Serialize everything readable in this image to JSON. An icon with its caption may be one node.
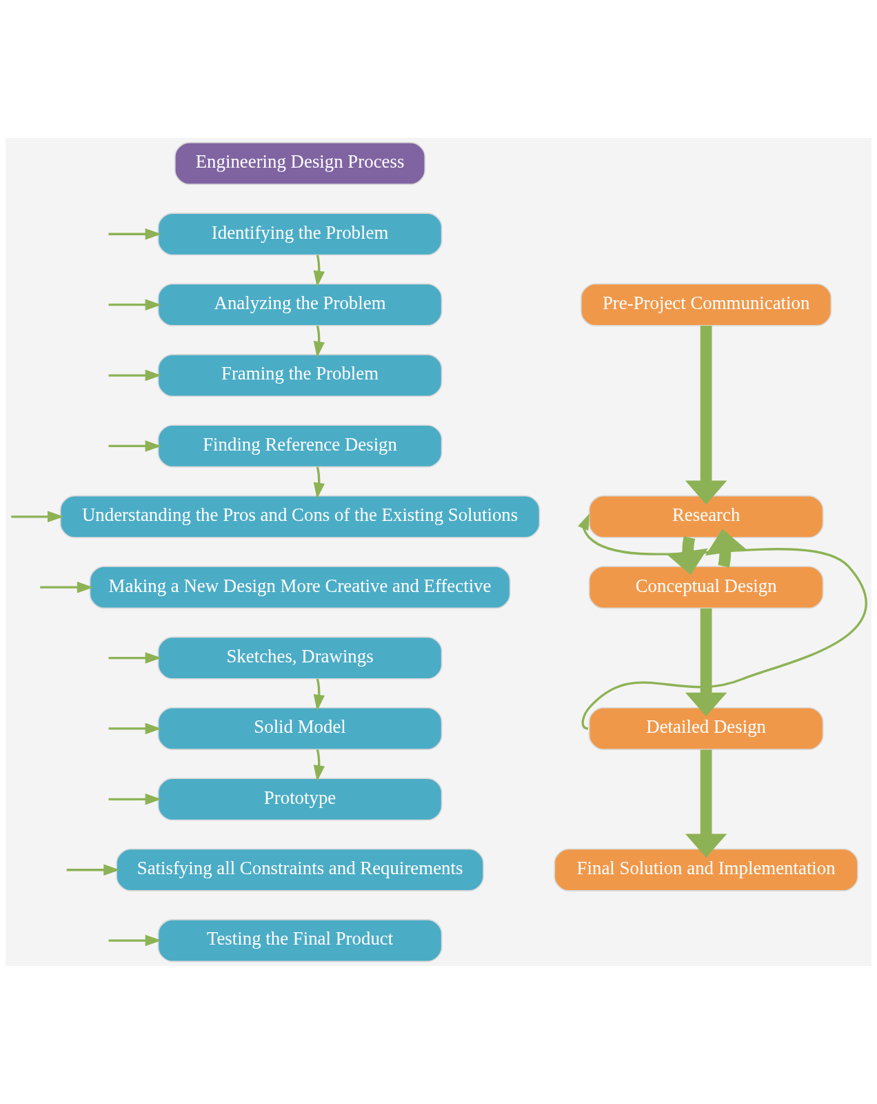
{
  "diagram": {
    "nodes": [
      {
        "text": [
          "Engineering Design Process"
        ]
      },
      {
        "text": [
          "Pre-Project Communication"
        ]
      },
      {
        "text": [
          "Research"
        ]
      },
      {
        "text": [
          "Conceptual Design"
        ]
      },
      {
        "text": [
          "Detailed Design"
        ]
      },
      {
        "text": [
          "Final Solution and Implementation"
        ]
      },
      {
        "text": [
          "Identifying the Problem"
        ]
      },
      {
        "text": [
          "Analyzing the Problem"
        ]
      },
      {
        "text": [
          "Framing the Problem"
        ]
      },
      {
        "text": [
          "Finding Reference Design"
        ]
      },
      {
        "text": [
          "Understanding the Pros and Cons of the Existing Solutions"
        ]
      },
      {
        "text": [
          "Making a New Design More Creative and Effective"
        ]
      },
      {
        "text": [
          "Sketches, Drawings"
        ]
      },
      {
        "text": [
          "Solid Model"
        ]
      },
      {
        "text": [
          "Prototype"
        ]
      },
      {
        "text": [
          "Satisfying all Constraints and Requirements"
        ]
      },
      {
        "text": [
          "Testing the Final Product"
        ]
      }
    ],
    "edges": [
      {
        "from": 1,
        "to": 2,
        "arrow": "to",
        "style": "thick"
      },
      {
        "from": 2,
        "to": 3,
        "arrow": "to",
        "style": "thick"
      },
      {
        "from": 3,
        "to": 2,
        "arrow": "to",
        "style": "thick"
      },
      {
        "from": 3,
        "to": 4,
        "arrow": "to",
        "style": "thick"
      },
      {
        "from": 4,
        "to": 5,
        "arrow": "to",
        "style": "thick"
      },
      {
        "from": 4,
        "to": 2,
        "arrow": "to"
      },
      {
        "from": null,
        "to": 6,
        "arrow": "to"
      },
      {
        "from": null,
        "to": 7,
        "arrow": "to"
      },
      {
        "from": null,
        "to": 8,
        "arrow": "to"
      },
      {
        "from": null,
        "to": 9,
        "arrow": "to"
      },
      {
        "from": null,
        "to": 10,
        "arrow": "to"
      },
      {
        "from": null,
        "to": 11,
        "arrow": "to"
      },
      {
        "from": null,
        "to": 12,
        "arrow": "to"
      },
      {
        "from": null,
        "to": 13,
        "arrow": "to"
      },
      {
        "from": null,
        "to": 14,
        "arrow": "to"
      },
      {
        "from": null,
        "to": 15,
        "arrow": "to"
      },
      {
        "from": null,
        "to": 16,
        "arrow": "to"
      },
      {
        "from": 6,
        "to": 7,
        "arrow": "to"
      },
      {
        "from": 7,
        "to": 8,
        "arrow": "to"
      },
      {
        "from": 9,
        "to": 10,
        "arrow": "to"
      },
      {
        "from": 12,
        "to": 13,
        "arrow": "to"
      },
      {
        "from": 13,
        "to": 14,
        "arrow": "to"
      }
    ]
  }
}
